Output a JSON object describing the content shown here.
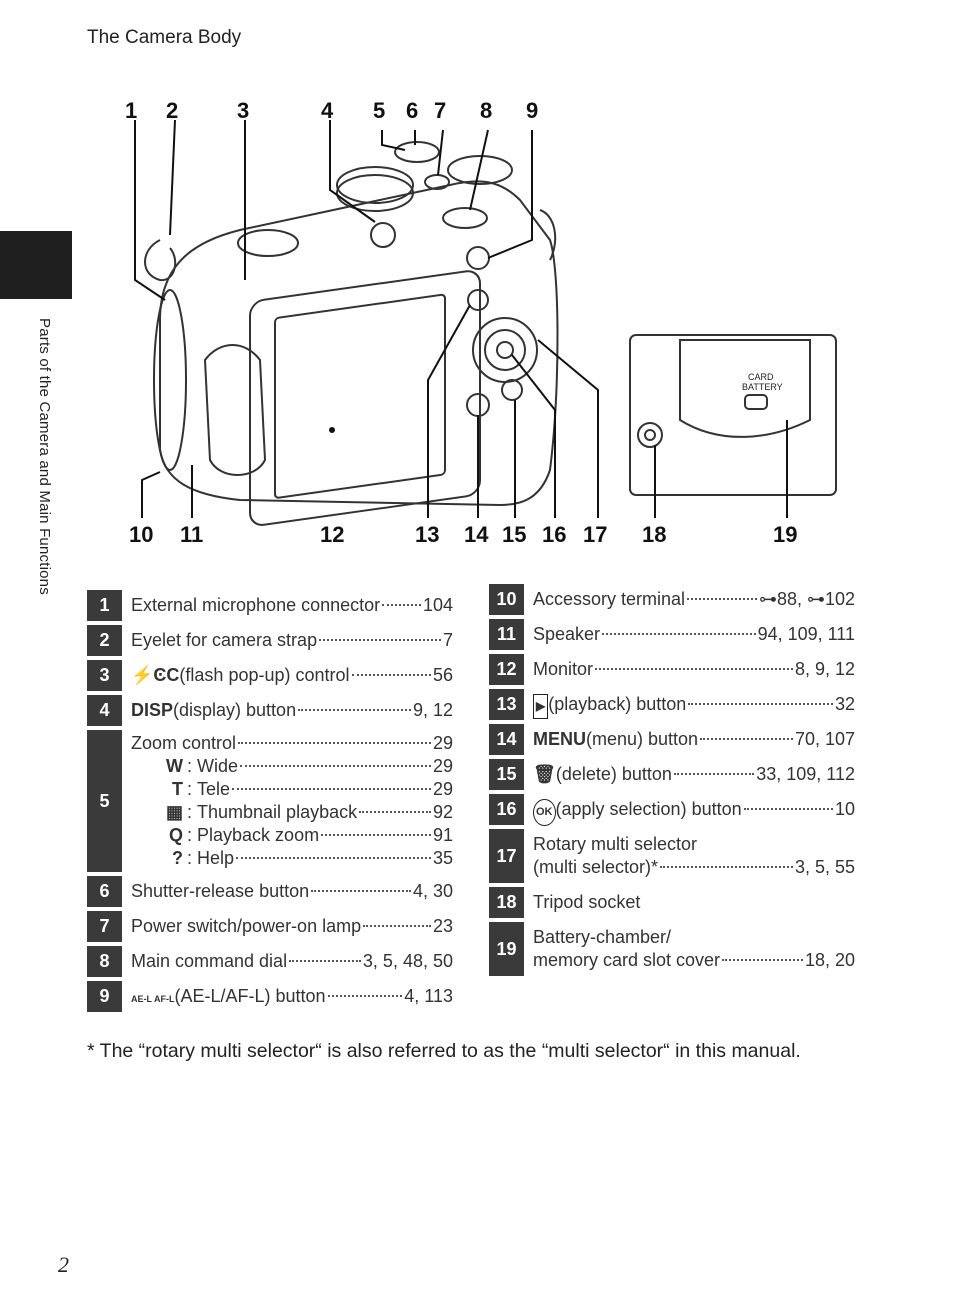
{
  "header": {
    "section_title": "The Camera Body"
  },
  "sidebar": {
    "chapter": "Parts of the Camera and Main Functions"
  },
  "page_number": "2",
  "callouts": {
    "top": [
      "1",
      "2",
      "3",
      "4",
      "5",
      "6",
      "7",
      "8",
      "9"
    ],
    "bottom": [
      "10",
      "11",
      "12",
      "13",
      "14",
      "15",
      "16",
      "17",
      "18",
      "19"
    ]
  },
  "insert_labels": {
    "card": "CARD",
    "battery": "BATTERY"
  },
  "icons": {
    "flash": "⚡ϾC",
    "disp": "DISP",
    "ael": "AE-L AF-L",
    "play": "▶",
    "menu": "MENU",
    "delete": "🗑",
    "ok": "OK",
    "ref": "⊶"
  },
  "left_table": [
    {
      "num": "1",
      "label": "External microphone connector",
      "pages": "104"
    },
    {
      "num": "2",
      "label": "Eyelet for camera strap",
      "pages": "7"
    },
    {
      "num": "3",
      "icon": "ϟ",
      "label": " (flash pop-up) control",
      "pages": "56"
    },
    {
      "num": "4",
      "icon": "DISP",
      "label": " (display) button",
      "pages": "9, 12"
    },
    {
      "num": "5",
      "label": "Zoom control",
      "pages": "29",
      "sub": [
        {
          "sym": "W",
          "label": "Wide",
          "pages": "29"
        },
        {
          "sym": "T",
          "label": "Tele",
          "pages": "29"
        },
        {
          "sym": "▦",
          "label": "Thumbnail playback",
          "pages": "92"
        },
        {
          "sym": "Q",
          "label": "Playback zoom",
          "pages": "91"
        },
        {
          "sym": "?",
          "label": "Help",
          "pages": "35"
        }
      ]
    },
    {
      "num": "6",
      "label": "Shutter-release button",
      "pages": "4, 30"
    },
    {
      "num": "7",
      "label": "Power switch/power-on lamp",
      "pages": "23"
    },
    {
      "num": "8",
      "label": "Main command dial",
      "pages": "3, 5, 48, 50"
    },
    {
      "num": "9",
      "icon": "AE-L",
      "label": " (AE-L/AF-L) button",
      "pages": "4, 113"
    }
  ],
  "right_table": [
    {
      "num": "10",
      "label": "Accessory terminal",
      "pages": "⊶88, ⊶102"
    },
    {
      "num": "11",
      "label": "Speaker",
      "pages": "94, 109, 111"
    },
    {
      "num": "12",
      "label": "Monitor",
      "pages": "8, 9, 12"
    },
    {
      "num": "13",
      "icon": "▶",
      "label": " (playback) button",
      "pages": "32"
    },
    {
      "num": "14",
      "icon": "MENU",
      "label": " (menu) button",
      "pages": "70, 107"
    },
    {
      "num": "15",
      "icon": "🗑",
      "label": " (delete) button",
      "pages": "33, 109, 112"
    },
    {
      "num": "16",
      "icon": "OK",
      "label": " (apply selection) button",
      "pages": "10"
    },
    {
      "num": "17",
      "label": "Rotary multi selector",
      "label2": "(multi selector)*",
      "pages": "3, 5, 55"
    },
    {
      "num": "18",
      "label": "Tripod socket",
      "pages": ""
    },
    {
      "num": "19",
      "label": "Battery-chamber/",
      "label2": "memory card slot cover",
      "pages": "18, 20"
    }
  ],
  "footnote": "* The “rotary multi selector“ is also referred to as the “multi selector“ in this manual."
}
